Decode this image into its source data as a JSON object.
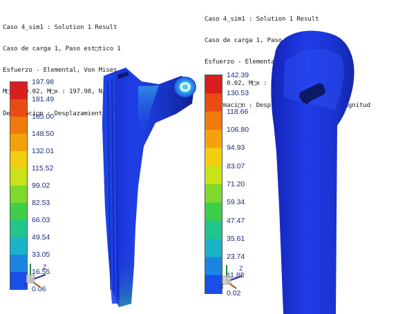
{
  "left_panel": {
    "header_lines": [
      "Caso 4_sim1 : Solution 1 Result",
      "Caso de carga 1, Paso est□tico 1",
      "Esfuerzo - Elemental, Von Mises",
      "M□n : 0.02, M□x : 197.98, N/mm^2 (MPa)",
      "Deformaci□n : Desplazamiento - Nodal Magnitud"
    ],
    "scale_ticks": [
      "197.98",
      "181.49",
      "165.00",
      "148.50",
      "132.01",
      "115.52",
      "99.02",
      "82.53",
      "66.03",
      "49.54",
      "33.05",
      "16.55",
      "0.06"
    ],
    "triad_labels": {
      "z": "Z",
      "x": "X"
    }
  },
  "right_panel": {
    "header_lines": [
      "Caso 4_sim1 : Solution 1 Result",
      "Caso de carga 1, Paso est□tico 1",
      "Esfuerzo - Elemental, Von Mises",
      "M□n : 0.02, M□x : 197.98, N/mm^2 (MPa)",
      "Deformaci□n : Desplazamiento - Nodal Magnitud"
    ],
    "scale_ticks": [
      "142.39",
      "130.53",
      "118.66",
      "106.80",
      "94.93",
      "83.07",
      "71.20",
      "59.34",
      "47.47",
      "35.61",
      "23.74",
      "11.88",
      "0.02"
    ],
    "triad_labels": {
      "z": "Z",
      "x": "X"
    }
  },
  "colors": {
    "scale": [
      "#d91e1e",
      "#e84c12",
      "#f07a0c",
      "#f3a20c",
      "#f1cf10",
      "#c9e21a",
      "#7fd82c",
      "#3dcf4a",
      "#22c58e",
      "#1bb3c8",
      "#1a86e2",
      "#1a4ee8",
      "#1b22c8"
    ],
    "implant_base": "#1a2fd8",
    "header_text": "#1a1a1a"
  }
}
